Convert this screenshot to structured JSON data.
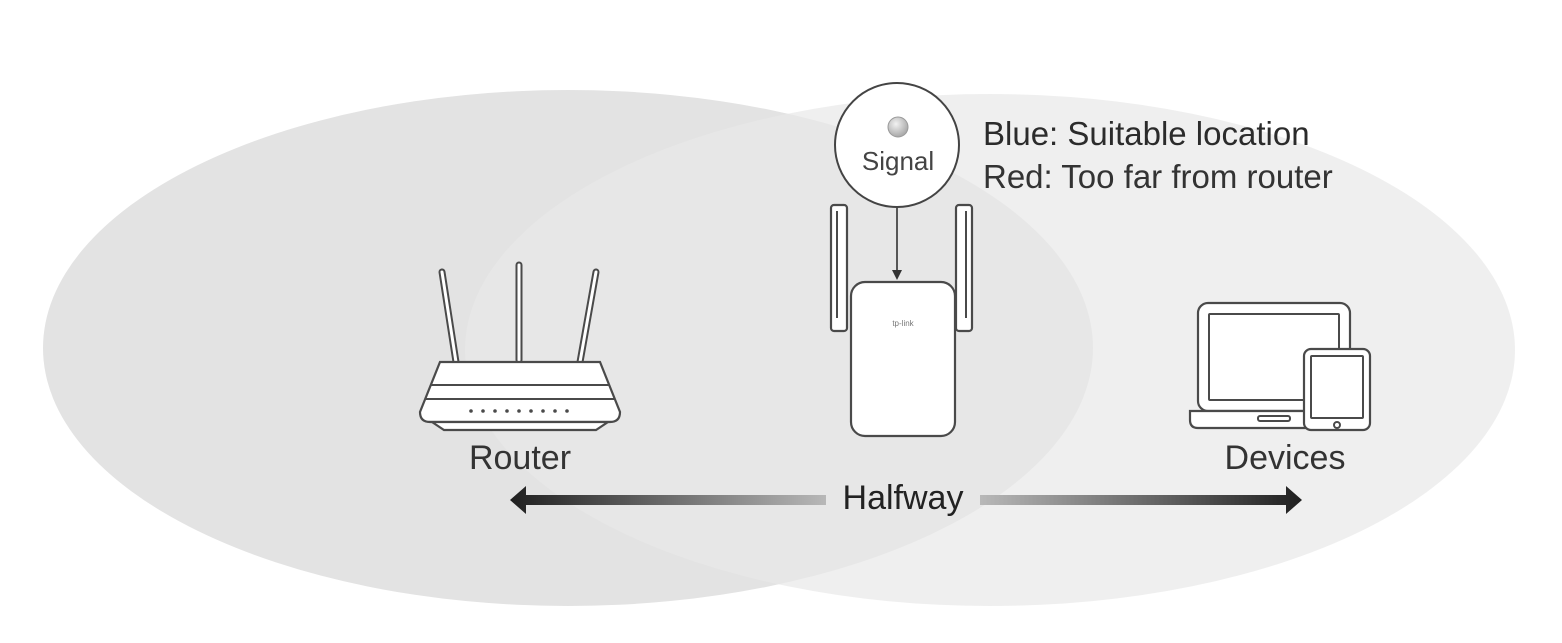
{
  "diagram": {
    "router_label": "Router",
    "devices_label": "Devices",
    "halfway_label": "Halfway",
    "signal_label": "Signal",
    "legend": {
      "blue": "Blue: Suitable location",
      "red": "Red: Too far from router"
    },
    "brand_text": "tp-link",
    "colors": {
      "coverage_left": "#dedede",
      "coverage_right": "#ececec",
      "arrow_dark": "#222222",
      "arrow_light": "#bbbbbb",
      "led": "#c8c8c8"
    },
    "icons": [
      "router-icon",
      "extender-icon",
      "laptop-icon",
      "tablet-icon",
      "signal-led-icon",
      "double-arrow-icon"
    ]
  }
}
